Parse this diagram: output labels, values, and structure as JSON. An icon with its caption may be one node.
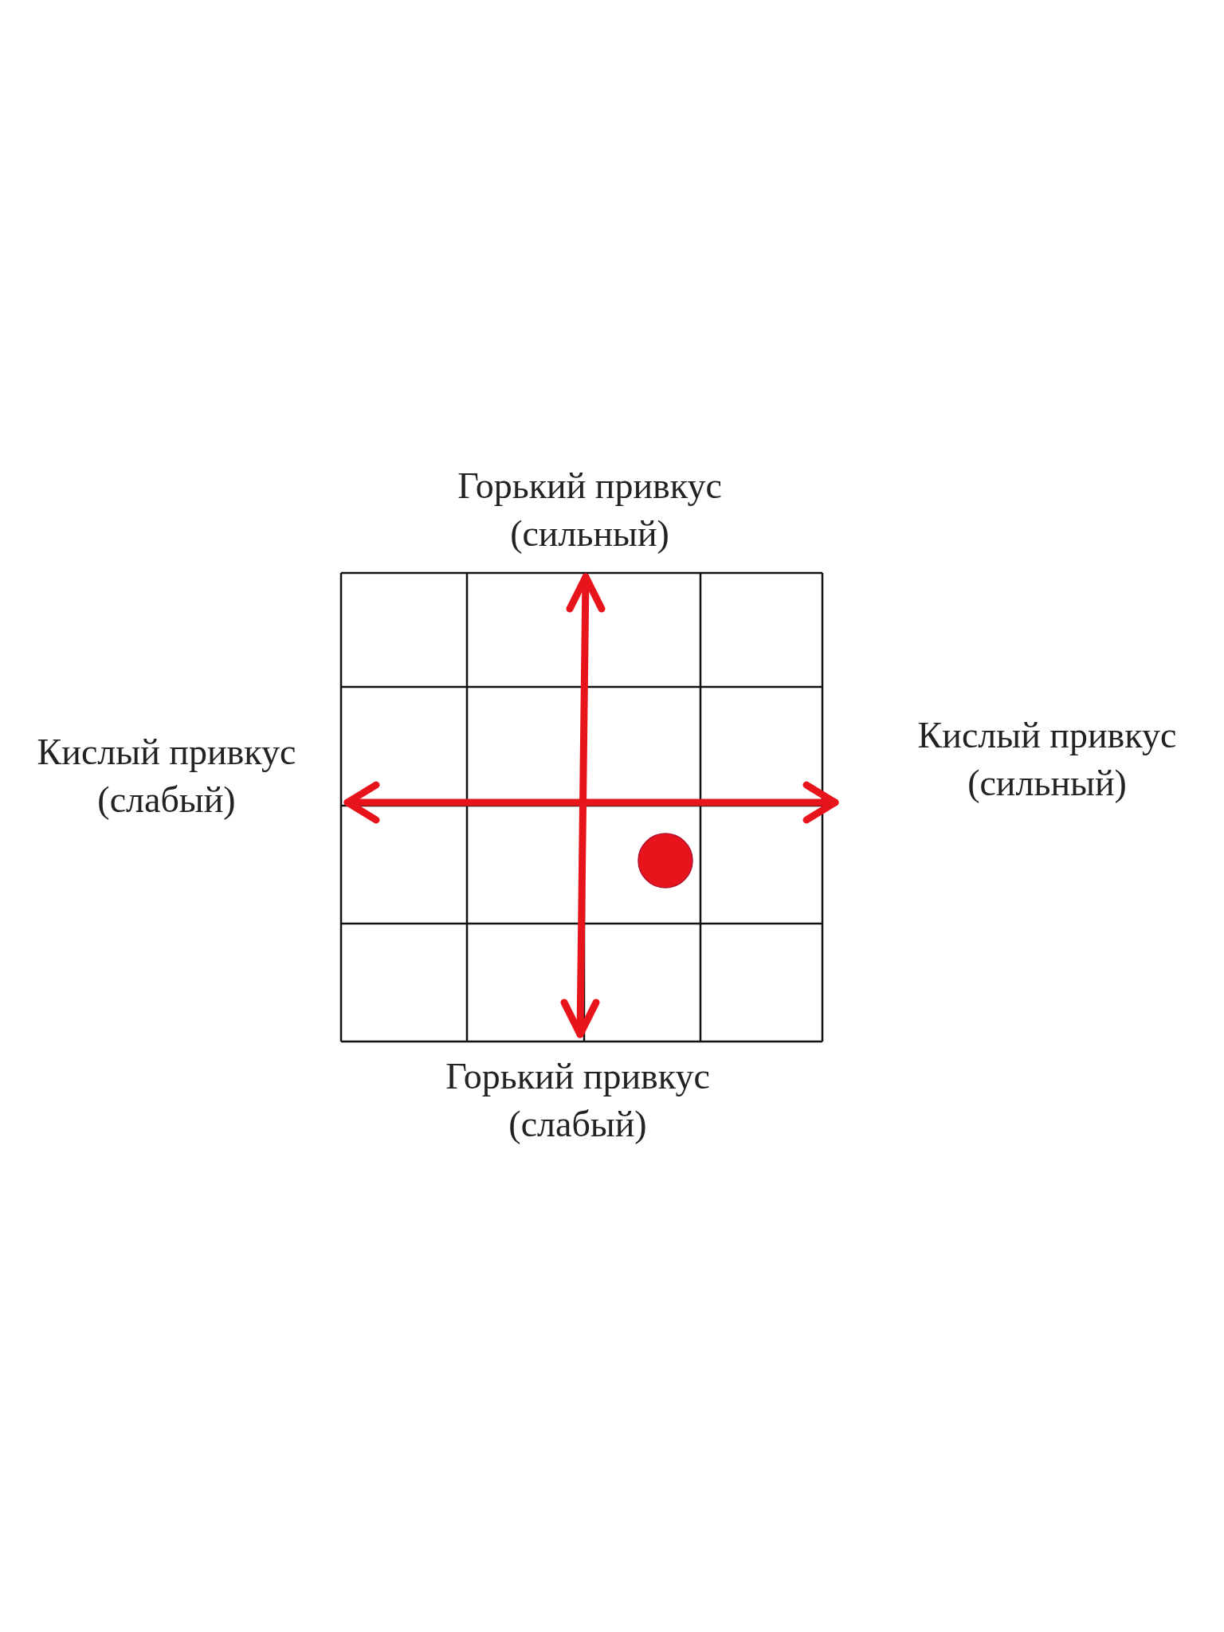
{
  "diagram": {
    "labels": [
      "Горький привкус (сильный)",
      "Кислый привкус (слабый)",
      "Кислый привкус (сильный)",
      "Горький привкус (слабый)"
    ]
  }
}
